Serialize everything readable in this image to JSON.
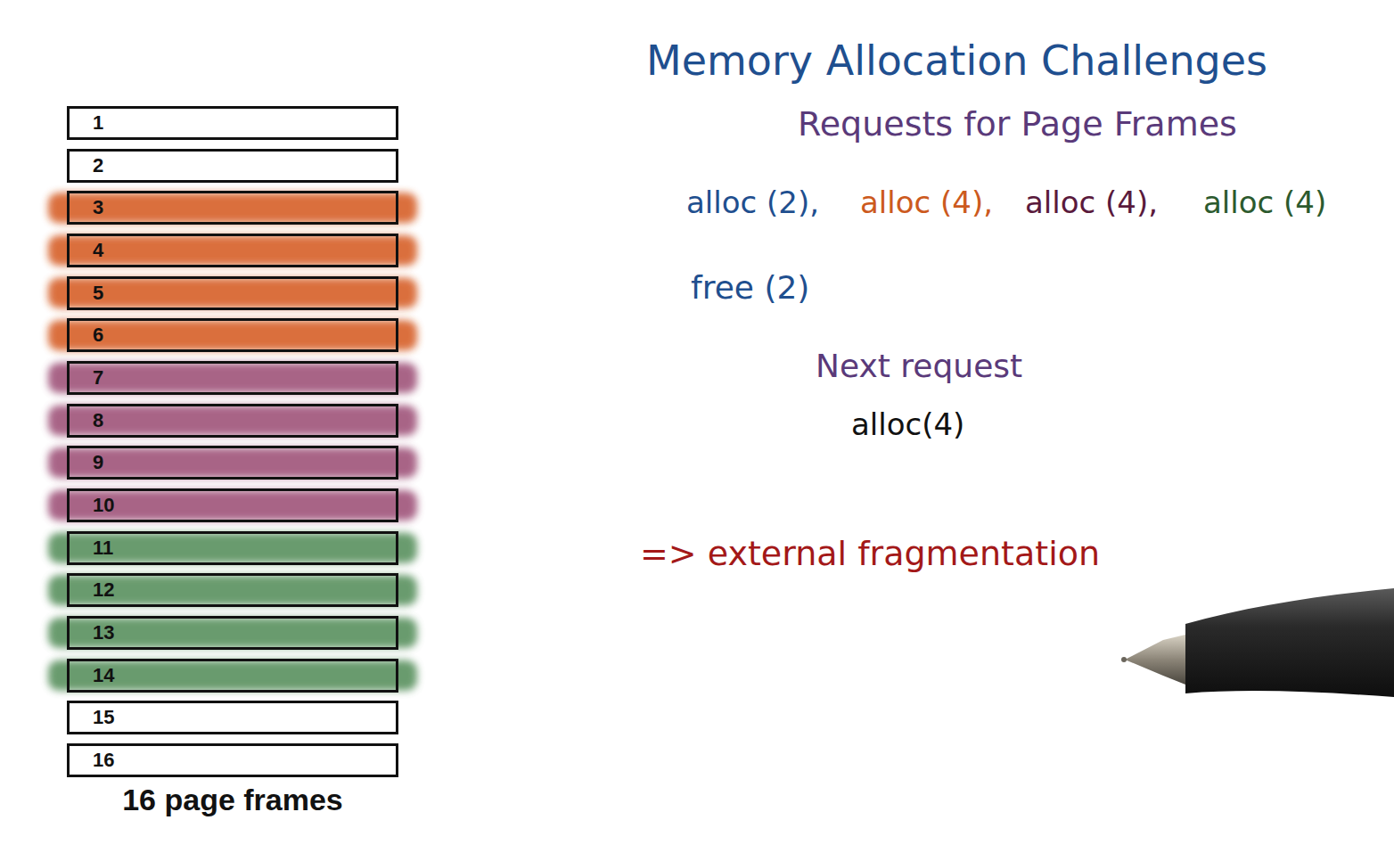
{
  "diagram": {
    "title": "Memory Allocation Challenges",
    "caption": "16 page frames",
    "nodes": [
      {
        "text": [
          "1"
        ]
      },
      {
        "text": [
          "2"
        ]
      },
      {
        "text": [
          "3"
        ]
      },
      {
        "text": [
          "4"
        ]
      },
      {
        "text": [
          "5"
        ]
      },
      {
        "text": [
          "6"
        ]
      },
      {
        "text": [
          "7"
        ]
      },
      {
        "text": [
          "8"
        ]
      },
      {
        "text": [
          "9"
        ]
      },
      {
        "text": [
          "10"
        ]
      },
      {
        "text": [
          "11"
        ]
      },
      {
        "text": [
          "12"
        ]
      },
      {
        "text": [
          "13"
        ]
      },
      {
        "text": [
          "14"
        ]
      },
      {
        "text": [
          "15"
        ]
      },
      {
        "text": [
          "16"
        ]
      }
    ],
    "labels": [
      "Requests for Page Frames",
      "alloc (2),",
      "alloc (4),",
      "alloc (4),",
      "alloc (4)",
      "free (2)",
      "Next request",
      "alloc(4)",
      "=> external fragmentation"
    ]
  }
}
